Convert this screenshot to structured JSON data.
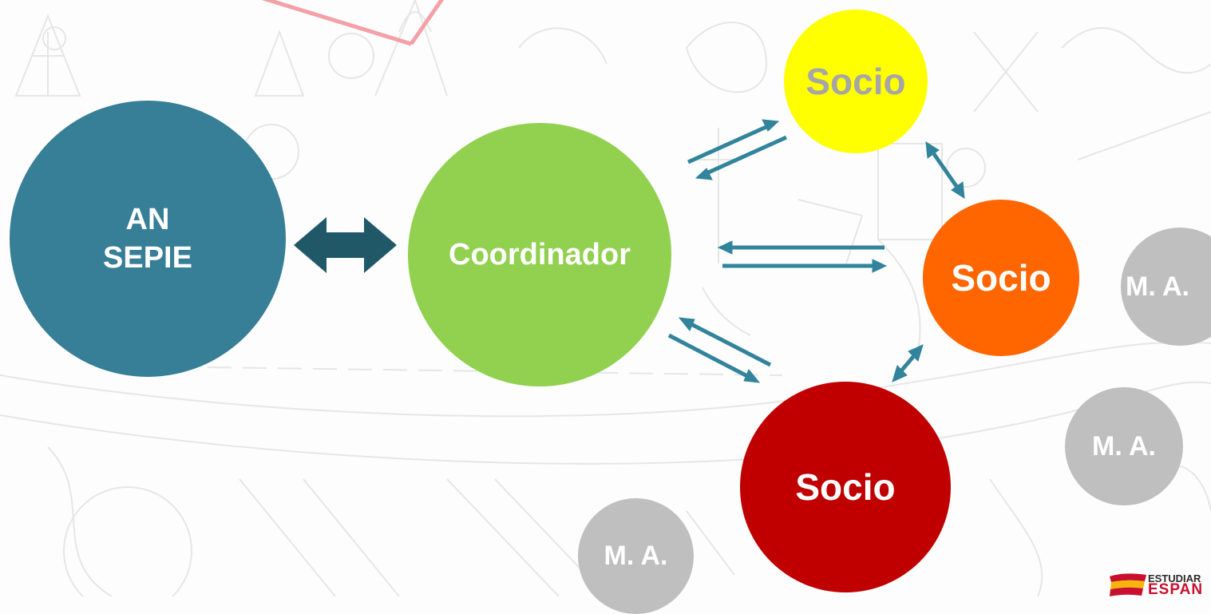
{
  "diagram": {
    "nodes": {
      "an_sepie": {
        "label": "AN\nSEPIE",
        "color": "#377e97"
      },
      "coordinador": {
        "label": "Coordinador",
        "color": "#92d050"
      },
      "socio_top": {
        "label": "Socio",
        "color": "#ffff00",
        "text_color": "#a6a6a6"
      },
      "socio_right": {
        "label": "Socio",
        "color": "#ff6600"
      },
      "socio_bottom": {
        "label": "Socio",
        "color": "#c00000"
      }
    },
    "ma_nodes": [
      {
        "label": "M. A.",
        "color": "#bfbfbf"
      },
      {
        "label": "M. A.",
        "color": "#bfbfbf"
      },
      {
        "label": "M. A.",
        "color": "#bfbfbf"
      }
    ],
    "arrow_colors": {
      "main": "#215868",
      "links": "#31849b",
      "pink_line": "#f4a0a8"
    }
  },
  "logo": {
    "line1": "ESTUDIAR",
    "line2": "ESPAN",
    "icon": "spain-flag-brush-icon"
  }
}
